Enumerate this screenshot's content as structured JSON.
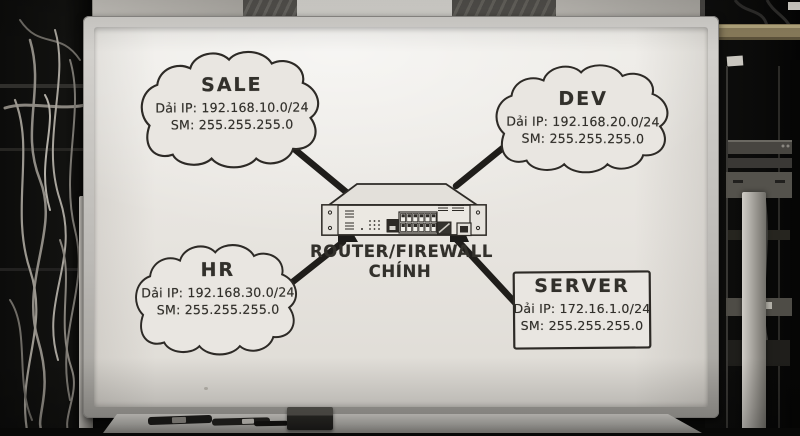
{
  "whiteboard": {
    "ink_color": "#32302b",
    "board_color": "#e7e4df",
    "nodes": [
      {
        "id": "sale",
        "shape": "cloud",
        "title": "SALE",
        "ip": "Dải IP: 192.168.10.0/24",
        "subnet": "SM: 255.255.255.0"
      },
      {
        "id": "dev",
        "shape": "cloud",
        "title": "DEV",
        "ip": "Dải IP: 192.168.20.0/24",
        "subnet": "SM: 255.255.255.0"
      },
      {
        "id": "hr",
        "shape": "cloud",
        "title": "HR",
        "ip": "Dải IP: 192.168.30.0/24",
        "subnet": "SM: 255.255.255.0"
      },
      {
        "id": "server",
        "shape": "rectangle",
        "title": "SERVER",
        "ip": "Dải IP: 172.16.1.0/24",
        "subnet": "SM: 255.255.255.0"
      }
    ],
    "router": {
      "label_line1": "ROUTER/FIREWALL",
      "label_line2": "CHÍNH"
    },
    "connections": [
      {
        "from": "sale",
        "to": "router"
      },
      {
        "from": "dev",
        "to": "router"
      },
      {
        "from": "hr",
        "to": "router"
      },
      {
        "from": "server",
        "to": "router"
      }
    ]
  }
}
